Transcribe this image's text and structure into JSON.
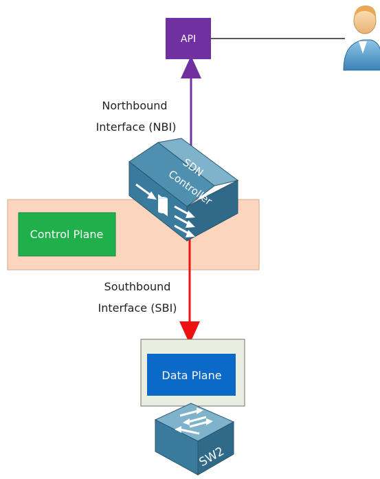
{
  "api": {
    "label": "API"
  },
  "nbi": {
    "line1": "Northbound",
    "line2": "Interface (NBI)"
  },
  "sbi": {
    "line1": "Southbound",
    "line2": "Interface (SBI)"
  },
  "controller": {
    "label_line1": "SDN",
    "label_line2": "Controller"
  },
  "control_plane": {
    "label": "Control Plane"
  },
  "data_plane": {
    "label": "Data Plane"
  },
  "switch": {
    "label": "SW2"
  },
  "colors": {
    "api_box": "#7030a0",
    "nbi_arrow": "#7030a0",
    "sbi_arrow": "#ee1111",
    "control_plane_panel": "#fbd5be",
    "control_plane_box": "#1fb04c",
    "data_plane_panel": "#e9eee0",
    "data_plane_box": "#0b69c7",
    "device_top": "#7fb3cb",
    "device_side": "#2f6a88"
  }
}
